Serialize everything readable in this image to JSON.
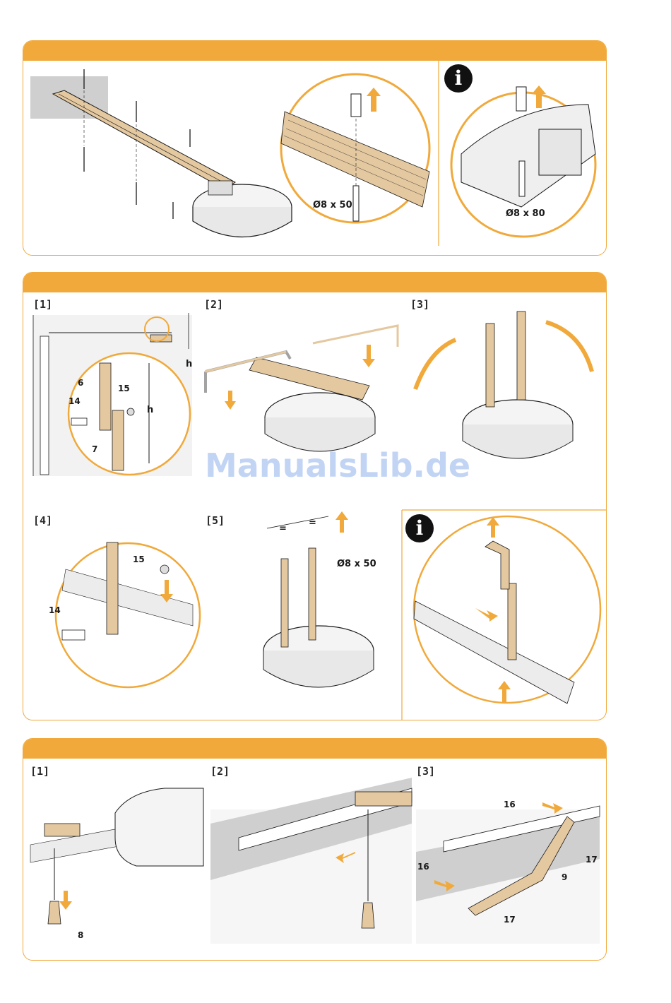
{
  "colors": {
    "accent": "#f0a93a",
    "rail_wood": "#e4c8a0",
    "outline": "#1a1a1a"
  },
  "panel1": {
    "callout_main": "Ø8 x 50",
    "callout_info": "Ø8 x 80",
    "info_icon": "info-icon"
  },
  "panel2": {
    "steps": [
      "[1]",
      "[2]",
      "[3]",
      "[4]",
      "[5]"
    ],
    "dim_h": "h",
    "parts": {
      "p6": "6",
      "p7": "7",
      "p14": "14",
      "p15": "15"
    },
    "callout_screw": "Ø8 x 50",
    "eq": "=",
    "info_icon": "info-icon"
  },
  "panel3": {
    "steps": [
      "[1]",
      "[2]",
      "[3]"
    ],
    "parts": {
      "p8": "8",
      "p9": "9",
      "p16": "16",
      "p17": "17"
    }
  },
  "watermark": "ManualsLib.de"
}
